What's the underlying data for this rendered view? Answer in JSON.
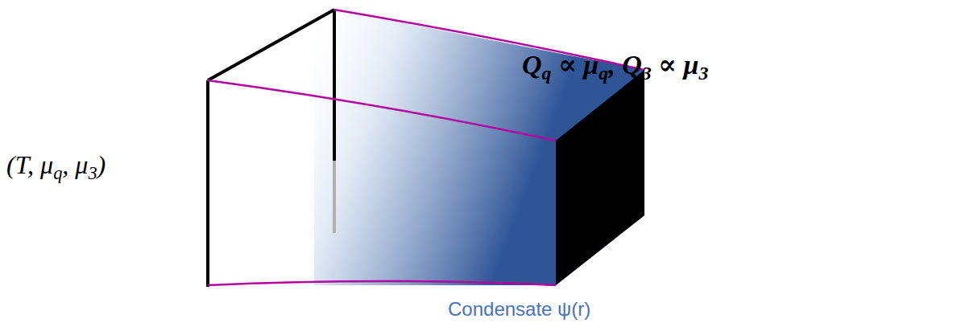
{
  "diagram": {
    "labels": [
      "(T, μq, μ3)",
      "Qq ∝ μq, Q3 ∝ μ3",
      "Condensate ψ(r)"
    ]
  }
}
